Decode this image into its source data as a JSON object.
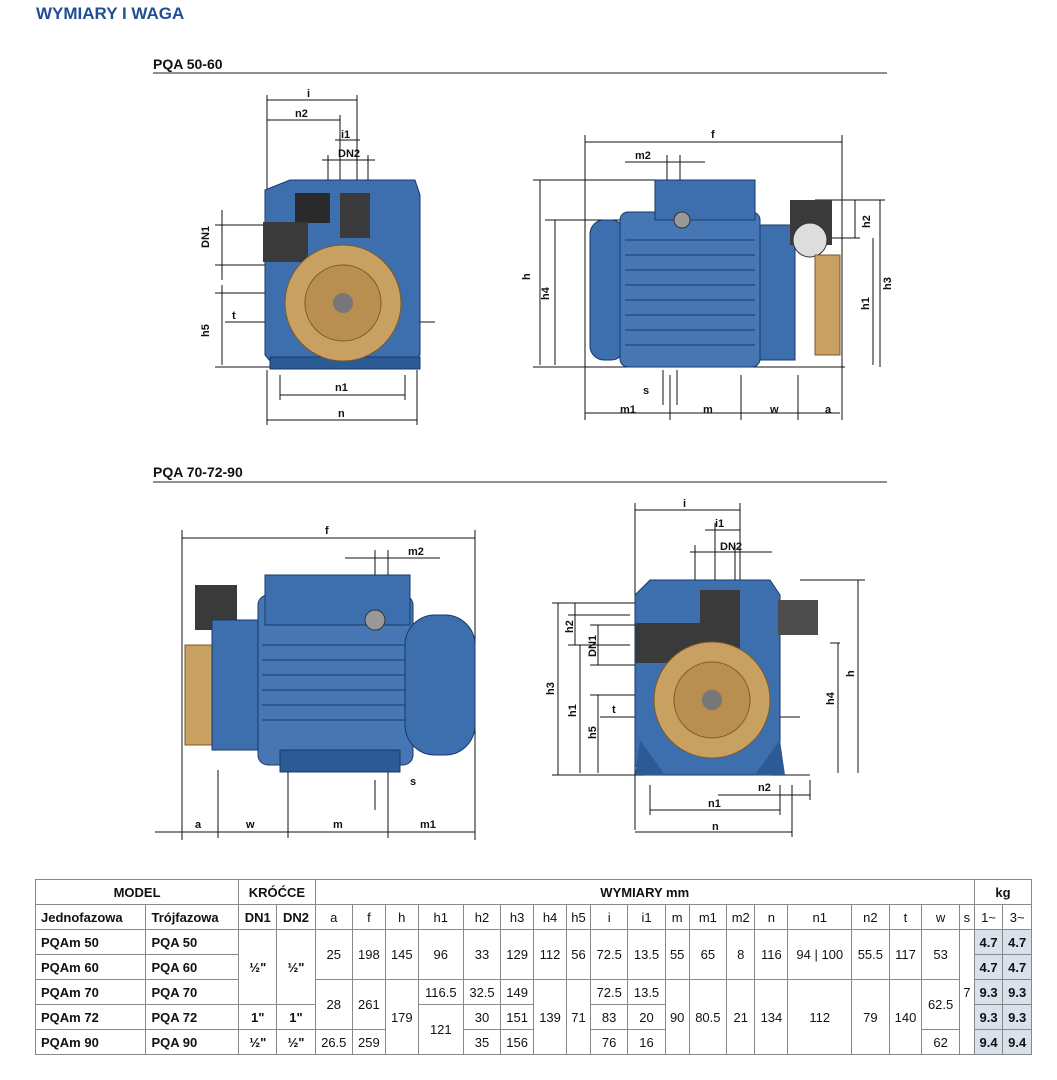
{
  "page_title": "WYMIARY I WAGA",
  "sections": [
    {
      "title": "PQA 50-60"
    },
    {
      "title": "PQA 70-72-90"
    }
  ],
  "dims_top_front": {
    "i": "i",
    "n2": "n2",
    "i1": "i1",
    "dn2": "DN2",
    "dn1": "DN1",
    "t": "t",
    "h5": "h5",
    "n1": "n1",
    "n": "n"
  },
  "dims_top_side": {
    "f": "f",
    "m2": "m2",
    "h": "h",
    "h4": "h4",
    "h2": "h2",
    "h1": "h1",
    "h3": "h3",
    "s": "s",
    "m1": "m1",
    "m": "m",
    "w": "w",
    "a": "a"
  },
  "dims_bottom_side": {
    "f": "f",
    "m2": "m2",
    "s": "s",
    "a": "a",
    "w": "w",
    "m": "m",
    "m1": "m1"
  },
  "dims_bottom_front": {
    "i": "i",
    "i1": "i1",
    "dn2": "DN2",
    "h2": "h2",
    "dn1": "DN1",
    "h3": "h3",
    "h1": "h1",
    "h5": "h5",
    "t": "t",
    "h4": "h4",
    "h": "h",
    "n2": "n2",
    "n1": "n1",
    "n": "n"
  },
  "table": {
    "group_model": "MODEL",
    "group_krocce": "KRÓĆCE",
    "group_wymiary": "WYMIARY mm",
    "group_kg": "kg",
    "col_jedno": "Jednofazowa",
    "col_troj": "Trójfazowa",
    "col_dn1": "DN1",
    "col_dn2": "DN2",
    "dim_cols": [
      "a",
      "f",
      "h",
      "h1",
      "h2",
      "h3",
      "h4",
      "h5",
      "i",
      "i1",
      "m",
      "m1",
      "m2",
      "n",
      "n1",
      "n2",
      "t",
      "w",
      "s"
    ],
    "kg_cols": [
      "1~",
      "3~"
    ],
    "models": [
      {
        "jedno": "PQAm 50",
        "troj": "PQA 50",
        "kg1": "4.7",
        "kg3": "4.7"
      },
      {
        "jedno": "PQAm 60",
        "troj": "PQA 60",
        "kg1": "4.7",
        "kg3": "4.7"
      },
      {
        "jedno": "PQAm 70",
        "troj": "PQA 70",
        "kg1": "9.3",
        "kg3": "9.3"
      },
      {
        "jedno": "PQAm 72",
        "troj": "PQA 72",
        "kg1": "9.3",
        "kg3": "9.3"
      },
      {
        "jedno": "PQAm 90",
        "troj": "PQA 90",
        "kg1": "9.4",
        "kg3": "9.4"
      }
    ],
    "v": {
      "dn_half": "½\"",
      "dn_one": "1\"",
      "a_50": "25",
      "a_70": "28",
      "a_90": "26.5",
      "f_50": "198",
      "f_70": "261",
      "f_90": "259",
      "h_50": "145",
      "h_70": "179",
      "h1_50": "96",
      "h1_70": "116.5",
      "h1_72": "121",
      "h2_50": "33",
      "h2_70": "32.5",
      "h2_72": "30",
      "h2_90": "35",
      "h3_50": "129",
      "h3_70": "149",
      "h3_72": "151",
      "h3_90": "156",
      "h4_50": "112",
      "h4_70": "139",
      "h5_50": "56",
      "h5_70": "71",
      "i_50": "72.5",
      "i_70": "72.5",
      "i_72": "83",
      "i_90": "76",
      "i1_50": "13.5",
      "i1_70": "13.5",
      "i1_72": "20",
      "i1_90": "16",
      "m_50": "55",
      "m_70": "90",
      "m1_50": "65",
      "m1_70": "80.5",
      "m2_50": "8",
      "m2_70": "21",
      "n_50": "116",
      "n_70": "134",
      "n1_50": "94 | 100",
      "n1_70": "112",
      "n2_50": "55.5",
      "n2_70": "79",
      "t_50": "117",
      "t_70": "140",
      "w_50": "53",
      "w_70": "62.5",
      "w_90": "62",
      "s_all": "7"
    }
  },
  "colors": {
    "title": "#1f4e96",
    "pump_body": "#3d6fae",
    "impeller": "#c8a062",
    "rule": "#8e8e8e"
  }
}
